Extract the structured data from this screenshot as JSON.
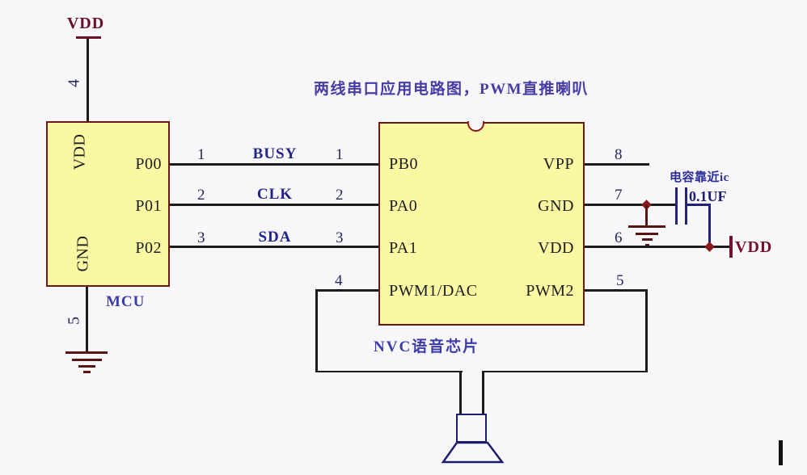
{
  "title": "两线串口应用电路图，PWM直推喇叭",
  "colors": {
    "background": "#f7f7f9",
    "block_fill": "#fbf8a3",
    "block_border": "#6e1712",
    "wire": "#1c1c1c",
    "net_label_blue": "#23238c",
    "component_blue": "#23237d",
    "caption_blue": "#3a3aaa",
    "power_dark_red": "#74112e",
    "junction_red": "#8b1a1a"
  },
  "power": {
    "vdd_top": {
      "label": "VDD",
      "pin_number": "4"
    },
    "gnd_bottom_pin_number": "5",
    "vdd_right_label": "VDD"
  },
  "mcu": {
    "label": "MCU",
    "side_labels": [
      "VDD",
      "GND"
    ],
    "pins": [
      {
        "name": "P00",
        "number": "1"
      },
      {
        "name": "P01",
        "number": "2"
      },
      {
        "name": "P02",
        "number": "3"
      }
    ]
  },
  "net_labels": [
    "BUSY",
    "CLK",
    "SDA"
  ],
  "chip": {
    "label": "NVC语音芯片",
    "left_pins": [
      {
        "name": "PB0",
        "number": "1"
      },
      {
        "name": "PA0",
        "number": "2"
      },
      {
        "name": "PA1",
        "number": "3"
      },
      {
        "name": "PWM1/DAC",
        "number": "4"
      }
    ],
    "right_pins": [
      {
        "name": "VPP",
        "number": "8"
      },
      {
        "name": "GND",
        "number": "7"
      },
      {
        "name": "VDD",
        "number": "6"
      },
      {
        "name": "PWM2",
        "number": "5"
      }
    ]
  },
  "capacitor": {
    "value": "0.1UF",
    "note": "电容靠近ic"
  }
}
